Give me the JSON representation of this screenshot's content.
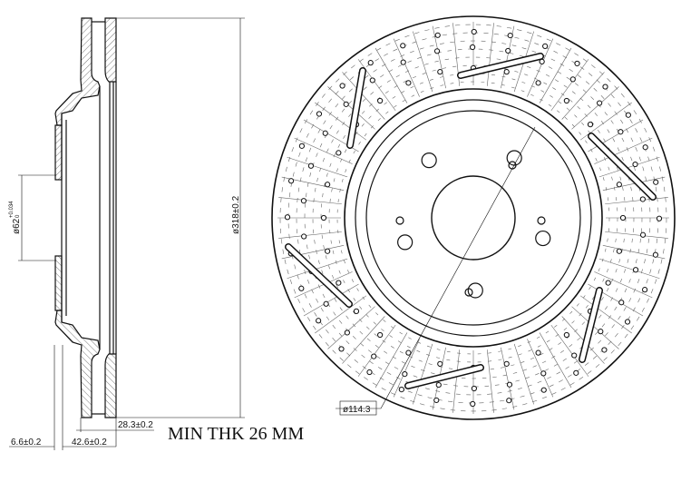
{
  "dimensions": {
    "outer_diameter": "ø318±0.2",
    "center_bore": "ø62",
    "center_bore_tol_upper": "+0.034",
    "center_bore_tol_lower": "0",
    "offset": "6.6±0.2",
    "overall_height": "42.6±0.2",
    "thickness": "28.3±0.2",
    "bolt_circle": "ø114.3"
  },
  "note": "MIN THK 26 MM",
  "drawing": {
    "line_color": "#111111",
    "hatch_color": "#555555"
  }
}
